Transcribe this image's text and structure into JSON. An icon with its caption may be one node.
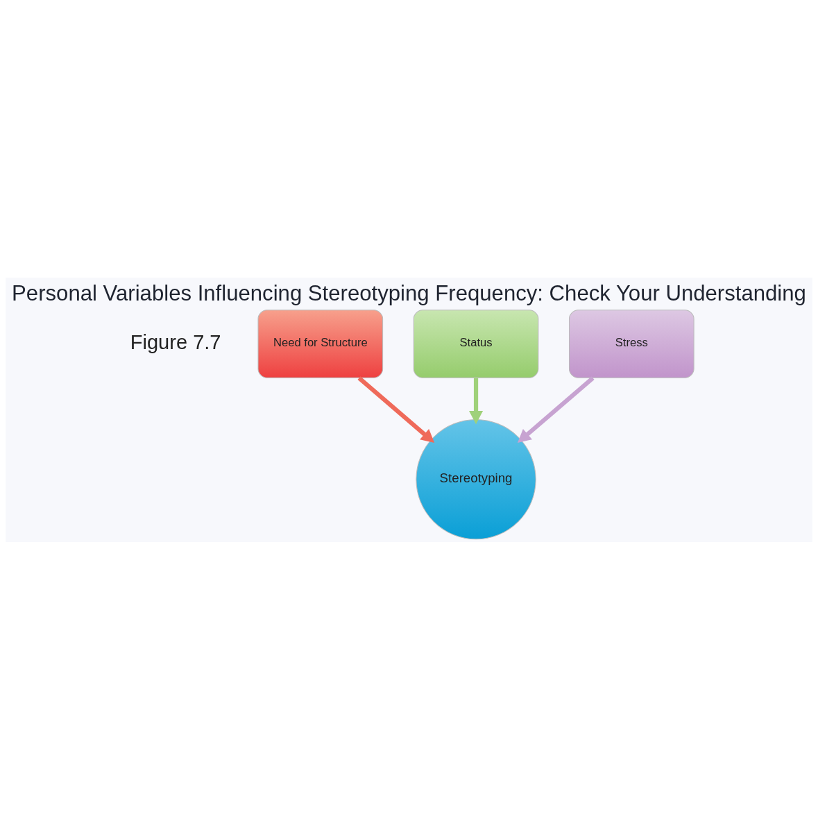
{
  "diagram": {
    "title": "Personal Variables Influencing Stereotyping Frequency: Check Your Understanding",
    "nodes": [
      {
        "text": [
          "Need for Structure"
        ]
      },
      {
        "text": [
          "Status"
        ]
      },
      {
        "text": [
          "Stress"
        ]
      },
      {
        "text": [
          "Stereotyping"
        ]
      }
    ],
    "edges": [
      {
        "from": 0,
        "to": 3,
        "arrow": "to",
        "color": "#ef6a5a"
      },
      {
        "from": 1,
        "to": 3,
        "arrow": "to",
        "color": "#9fd17a"
      },
      {
        "from": 2,
        "to": 3,
        "arrow": "to",
        "color": "#c7a3d1"
      }
    ],
    "labels": [
      "Figure 7.7"
    ]
  }
}
